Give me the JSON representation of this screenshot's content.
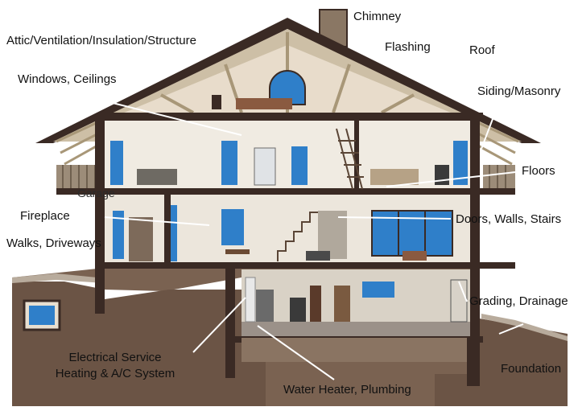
{
  "labels": {
    "chimney": "Chimney",
    "attic": "Attic/Ventilation/Insulation/Structure",
    "flashing": "Flashing",
    "roof": "Roof",
    "windows_ceilings": "Windows, Ceilings",
    "siding": "Siding/Masonry",
    "floors": "Floors",
    "garage": "Garage",
    "fireplace": "Fireplace",
    "doors_walls_stairs": "Doors, Walls, Stairs",
    "walks_driveways": "Walks, Driveways",
    "grading_drainage": "Grading, Drainage",
    "electrical_service": "Electrical Service",
    "heating_ac": "Heating & A/C System",
    "foundation": "Foundation",
    "water_heater": "Water Heater, Plumbing"
  },
  "colors": {
    "frame": "#3a2a24",
    "roof_underside": "#cdbfa6",
    "attic_wall": "#e8dccb",
    "interior_wall": "#f0ebe2",
    "ground": "#7a6251",
    "ground_dark": "#5e4a3d",
    "glass": "#2f7fc9",
    "leader": "#ffffff",
    "text": "#111111"
  }
}
